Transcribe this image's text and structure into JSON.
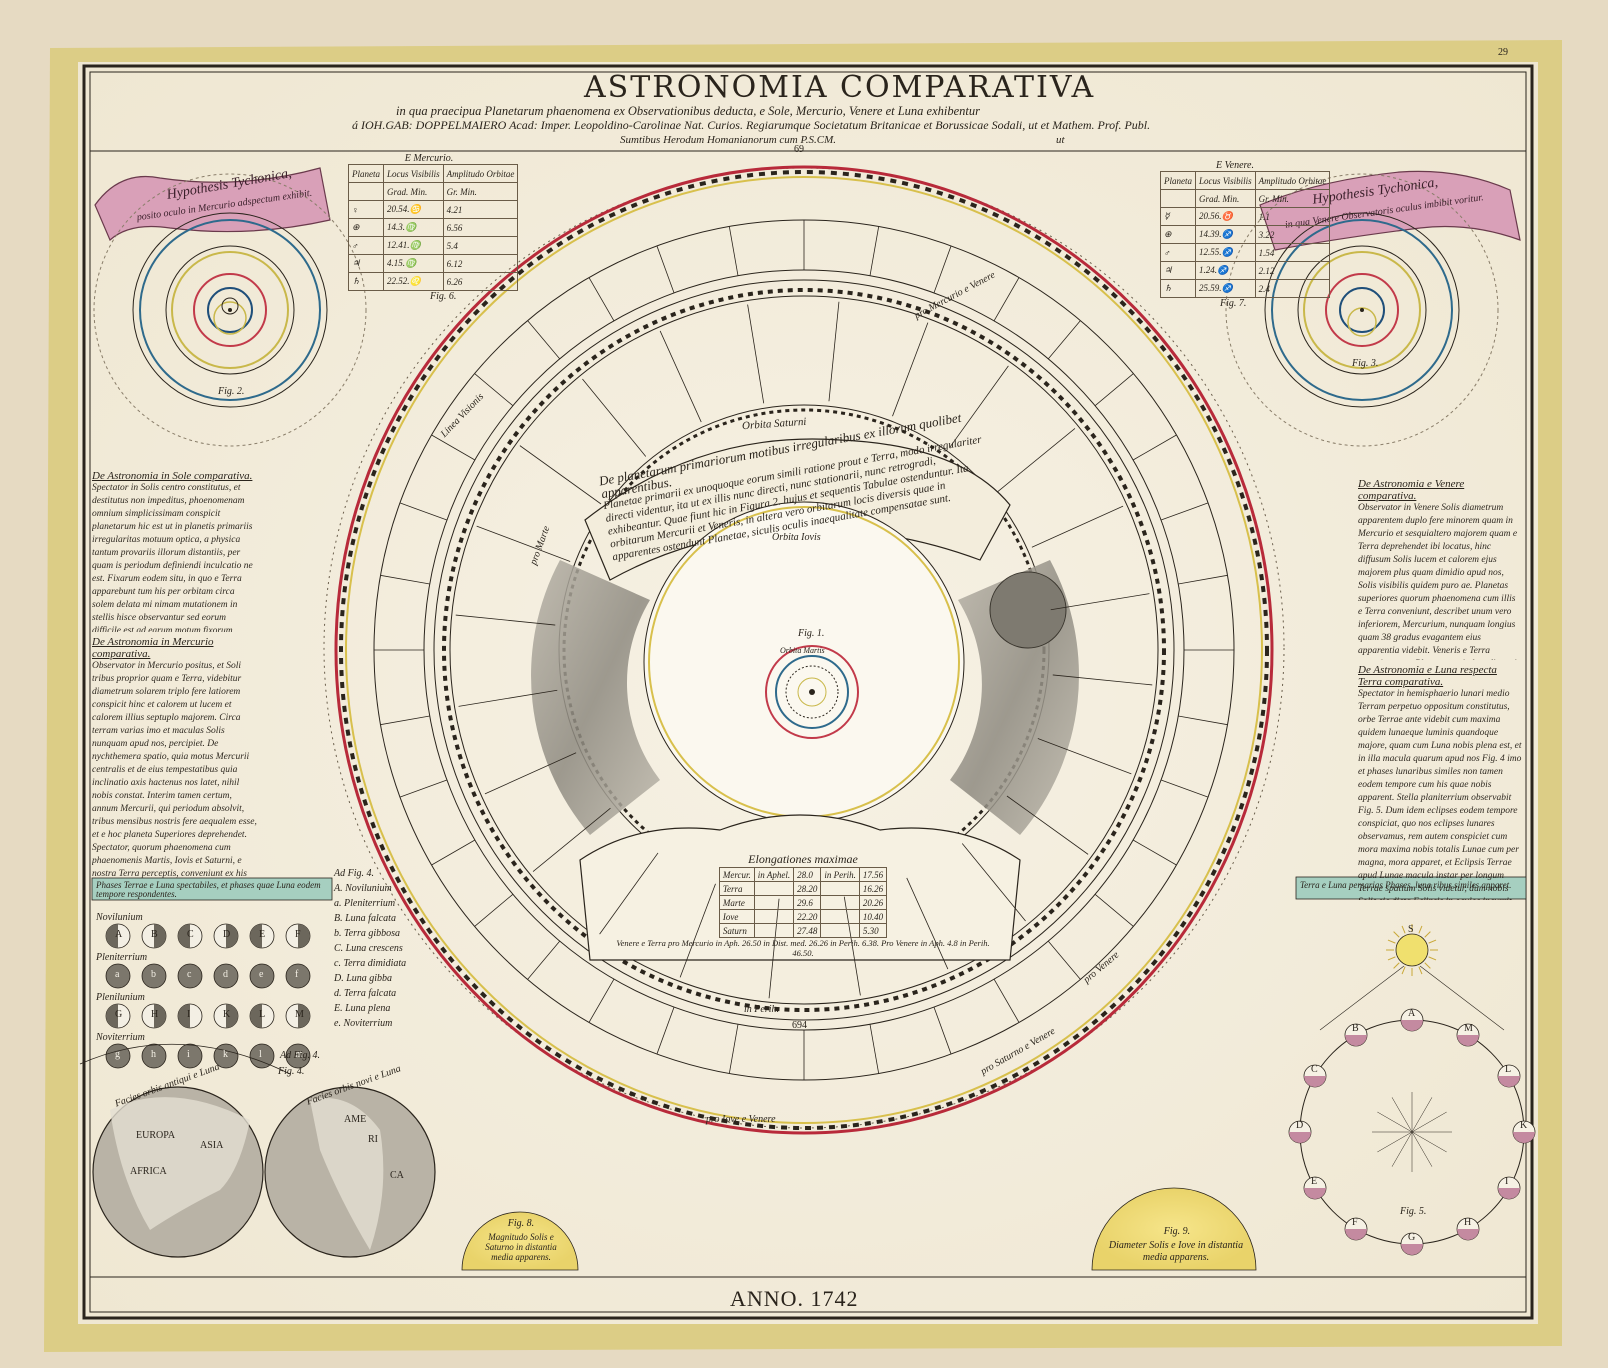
{
  "header": {
    "page_number": "29",
    "title": "ASTRONOMIA COMPARATIVA",
    "subtitle": "in qua praecipua Planetarum phaenomena ex Observationibus deducta, e Sole, Mercurio, Venere et Luna exhibentur",
    "author_line": "á IOH.GAB: DOPPELMAIERO Acad: Imper. Leopoldino-Carolinae Nat. Curios. Regiarumque Societatum Britanicae et Borussicae Sodali, ut et Mathem. Prof. Publ.",
    "publisher_line": "Sumtibus Herodum Homanianorum cum P.S.CM.",
    "publisher_suffix": "ut"
  },
  "left_ribbon": {
    "line1": "Hypothesis Tychonica,",
    "line2": "posito oculo in Mercurio adspectum exhibit."
  },
  "right_ribbon": {
    "line1": "Hypothesis Tychonica,",
    "line2": "in qua Venere Observatoris oculus imbibit voritur."
  },
  "fig2_label": "Fig. 2.",
  "fig3_label": "Fig. 3.",
  "fig6_label": "Fig. 6.",
  "fig7_label": "Fig. 7.",
  "table_mercurio": {
    "title": "E Mercurio.",
    "headers": [
      "Planeta",
      "Locus Visibilis",
      "Amplitudo Orbitae"
    ],
    "subheaders": [
      "",
      "Grad. Min.",
      "Gr. Min."
    ],
    "rows": [
      [
        "♀",
        "20.54.♋",
        "4.21"
      ],
      [
        "⊕",
        "14.3.♍",
        "6.56"
      ],
      [
        "♂",
        "12.41.♍",
        "5.4"
      ],
      [
        "♃",
        "4.15.♍",
        "6.12"
      ],
      [
        "♄",
        "22.52.♌",
        "6.26"
      ]
    ]
  },
  "table_venere": {
    "title": "E Venere.",
    "headers": [
      "Planeta",
      "Locus Visibilis",
      "Amplitudo Orbitae"
    ],
    "subheaders": [
      "",
      "Grad. Min.",
      "Gr. Min."
    ],
    "rows": [
      [
        "☿",
        "20.56.♉",
        "1.1"
      ],
      [
        "⊕",
        "14.39.♐",
        "3.22"
      ],
      [
        "♂",
        "12.55.♐",
        "1.54"
      ],
      [
        "♃",
        "1.24.♐",
        "2.12"
      ],
      [
        "♄",
        "25.59.♐",
        "2.4"
      ]
    ]
  },
  "left_text": {
    "heading1": "De Astronomia in Sole comparativa.",
    "body1": "Spectator in Solis centro constitutus, et destitutus non impeditus, phoenomenam omnium simplicissimam conspicit planetarum hic est ut in planetis primariis irregularitas motuum optica, a physica tantum provariis illorum distantiis, per quam is periodum definiendi inculcatio ne est. Fixarum eodem situ, in quo e Terra apparebunt tum his per orbitam circa solem delata mi nimam mutationem in stellis hisce observantur sed eorum difficile est ad earum motum fixorum respicientium. Etiam semper sint directi, et ad easdem fixas residentur et diversis temporis periodis orbi eorum, facile alitiumtatum, tus vero Satellitum tanto difficilius methodo tadem prout apud nos, indagabuntur.",
    "heading2": "De Astronomia in Mercurio comparativa.",
    "body2": "Observator in Mercurio positus, et Soli tribus proprior quam e Terra, videbitur diametrum solarem triplo fere latiorem conspicit hinc et calorem ut lucem et calorem illius septuplo majorem. Circa terram varias imo et maculas Solis nunquam apud nos, percipiet. De nychthemera spatio, quia motus Mercurii centralis et de eius tempestatibus quia inclinatio axis hactenus nos latet, nihil nobis constat. Interim tamen certum, annum Mercurii, qui periodum absolvit, tribus mensibus nostris fere aequalem esse, et e hoc planeta Superiores deprehendet. Spectator, quorum phaenomena cum phaenomenis Martis, Iovis et Saturni, e nostra Terra perceptis, conveniunt ex his ille loca Solis et planetarum, prout e Terra fit, investigabit. Tabulis tunc conficiet in Astronomiae mercurialis incrementum."
  },
  "right_text": {
    "heading1": "De Astronomia e Venere comparativa.",
    "body1": "Observator in Venere Solis diametrum apparentem duplo fere minorem quam in Mercurio et sesquialtero majorem quam e Terra deprehendet ibi locatus, hinc diffusum Solis lucem et calorem ejus majorem plus quam dimidio apud nos, Solis visibilis quidem puro ae. Planetas superiores quorum phaenomena cum illis e Terra conveniunt, describet unum vero inferiorem, Mercurium, nunquam longius quam 38 gradus evagantem eius apparentia videbit. Veneris e Terra conspicuum et Planetarum in hac distantia nobis sunt dubii, interim tamen ex observationibus confirmatum. Venerem circa centrum moveri, annumque a Venere, seu 224 diebus nostris aequalem esse, nos motus suos ricidie conficere, et quam periodum omnibus horum in hac Venere.",
    "heading2": "De Astronomia e Luna respecta Terra comparativa.",
    "body2": "Spectator in hemisphaerio lunari medio Terram perpetuo oppositum constitutus, orbe Terrae ante videbit cum maxima quidem lunaeque luminis quandoque majore, quam cum Luna nobis plena est, et in illa macula quarum apud nos Fig. 4 imo et phases lunaribus similes non tamen eodem tempore cum his quae nobis apparent. Stella planiterrium observabit Fig. 5. Dum idem eclipses eodem tempore conspiciat, quo nos eclipses lunares observamus, rem autem conspiciet cum mora maxima nobis totalis Lunae cum per magna, mora apparet, et Eclipsis Terrae apud Lunae macula instar per longum Terrae spatium Solis videtur, dum nobis Solis sic dicta Eclipsis in oculos incurrit."
  },
  "phases_banner": "Phases Terrae e Luna spectabiles, et phases quae Luna eodem tempore respondentes.",
  "phases_rows": [
    {
      "label": "Novilunium",
      "letters": [
        "A",
        "B",
        "C",
        "D",
        "E",
        "F"
      ]
    },
    {
      "label": "Pleniterrium",
      "letters": [
        "a",
        "b",
        "c",
        "d",
        "e",
        "f"
      ]
    },
    {
      "label": "Plenilunium",
      "letters": [
        "G",
        "H",
        "I",
        "K",
        "L",
        "M"
      ]
    },
    {
      "label": "Noviterrium",
      "letters": [
        "g",
        "h",
        "i",
        "k",
        "l",
        "m"
      ]
    }
  ],
  "fig4_label": "Ad Fig. 4.",
  "legend_list": {
    "title": "Ad Fig. 4.",
    "items": [
      "A. Novilunium",
      "a. Pleniterrium",
      "B. Luna falcata",
      "b. Terra gibbosa",
      "C. Luna crescens",
      "c. Terra dimidiata",
      "D. Luna gibba",
      "d. Terra falcata",
      "E. Luna plena",
      "e. Noviterrium"
    ]
  },
  "hemispheres": {
    "label": "Fig. 4.",
    "left_caption": "Facies orbis antiqui e Luna",
    "right_caption": "Facies orbis novi e Luna",
    "left_names": [
      "EUROPA",
      "ASIA",
      "AFRICA"
    ],
    "right_names": [
      "AME",
      "RI",
      "CA"
    ]
  },
  "fig8": {
    "label": "Fig. 8.",
    "text": "Magnitudo Solis e Saturno in distantia media apparens."
  },
  "fig9": {
    "label": "Fig. 9.",
    "text": "Diameter Solis e Iove in distantia media apparens."
  },
  "right_banner": "Terra e Luna persarias Phases, luna ribus similes apparet.",
  "fig5_label": "Fig. 5.",
  "fig5_letters": [
    "A",
    "M",
    "L",
    "K",
    "I",
    "H",
    "G",
    "F",
    "E",
    "D",
    "C",
    "B"
  ],
  "sun_label": "S",
  "center": {
    "fig1_label": "Fig. 1.",
    "orbita_martis": "Orbita Martis",
    "orbita_iovis": "Orbita Iovis",
    "orbita_saturni": "Orbita Saturni",
    "linea_visionis": "Linea Visionis",
    "pro_mercurio_venere": "pro Mercurio e Venere",
    "pro_iove_venere": "pro Iove e Venere",
    "pro_saturno_venere": "pro Saturno e Venere",
    "pro_venere": "pro Venere",
    "pro_marte": "pro Marte",
    "in_perih": "in Perih.",
    "top_number": "69",
    "bottom_number": "694"
  },
  "scroll_text": {
    "title": "De planetarum primariorum motibus irregularibus ex illorum quolibet apparentibus.",
    "body": "Planetae primarii ex unoquoque eorum simili ratione prout e Terra, modo irregulariter directi videntur, ita ut ex illis nunc directi, nunc stationarii, nunc retrogradi, exhibeantur. Quae fiunt hic in Figura 2. hujus et sequentis Tabulae ostenduntur. Ita orbitarum Mercurii et Veneris, in altera vero orbitarum locis diversis quae in apparentes ostendunt Planetae, siculis oculis inaequalitate compensatae sunt."
  },
  "elongation_table": {
    "title": "Elongationes maximae",
    "rows": [
      [
        "Mercur.",
        "in Aphel.",
        "28.0",
        "in Perih.",
        "17.56"
      ],
      [
        "Terra",
        "",
        "28.20",
        "",
        "16.26"
      ],
      [
        "Marte",
        "",
        "29.6",
        "",
        "20.26"
      ],
      [
        "Iove",
        "",
        "22.20",
        "",
        "10.40"
      ],
      [
        "Saturn",
        "",
        "27.48",
        "",
        "5.30"
      ]
    ],
    "footer": "Venere e Terra pro Mercurio in Aph. 26.50 in Dist. med. 26.26 in Perih. 6.38. Pro Venere in Aph. 4.8 in Perih. 46.50."
  },
  "anno": "ANNO. 1742"
}
